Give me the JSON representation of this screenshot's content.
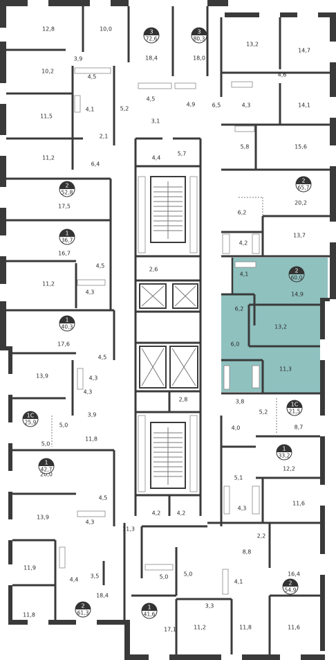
{
  "highlight_color": "#8fc1bf",
  "apartments": [
    {
      "id": "apt-3-72-6",
      "rooms": "3",
      "area": "72,6"
    },
    {
      "id": "apt-3-80-3",
      "rooms": "3",
      "area": "80,3"
    },
    {
      "id": "apt-2-65-7",
      "rooms": "2",
      "area": "65,7"
    },
    {
      "id": "apt-2-52-8",
      "rooms": "2",
      "area": "52,8"
    },
    {
      "id": "apt-1-36-7",
      "rooms": "1",
      "area": "36,7"
    },
    {
      "id": "apt-2-60-0",
      "rooms": "2",
      "area": "60,0",
      "highlighted": true
    },
    {
      "id": "apt-1-40-3",
      "rooms": "1",
      "area": "40,3"
    },
    {
      "id": "apt-1c-25-9",
      "rooms": "1С",
      "area": "25,9"
    },
    {
      "id": "apt-1c-21-5",
      "rooms": "1С",
      "area": "21,5"
    },
    {
      "id": "apt-1-33-2",
      "rooms": "1",
      "area": "33,2"
    },
    {
      "id": "apt-1-42-7",
      "rooms": "1",
      "area": "42,7"
    },
    {
      "id": "apt-2-54-9",
      "rooms": "2",
      "area": "54,9"
    },
    {
      "id": "apt-1-41-6",
      "rooms": "1",
      "area": "41,6"
    },
    {
      "id": "apt-2-61-3",
      "rooms": "2",
      "area": "61,3"
    }
  ],
  "room_areas": [
    "12,8",
    "10,0",
    "18,4",
    "18,0",
    "13,2",
    "14,7",
    "3,9",
    "10,2",
    "4,5",
    "4,6",
    "4,5",
    "4,9",
    "6,5",
    "11,5",
    "4,1",
    "5,2",
    "3,1",
    "4,3",
    "14,1",
    "2,1",
    "11,2",
    "6,4",
    "4,4",
    "5,7",
    "5,8",
    "15,6",
    "20,2",
    "17,5",
    "6,2",
    "16,7",
    "4,2",
    "13,7",
    "4,5",
    "2,6",
    "4,1",
    "11,2",
    "4,3",
    "14,9",
    "6,2",
    "13,2",
    "17,6",
    "6,0",
    "4,5",
    "13,9",
    "4,3",
    "4,3",
    "11,3",
    "3,9",
    "5,0",
    "5,2",
    "2,8",
    "3,8",
    "5,0",
    "11,8",
    "4,0",
    "8,7",
    "12,2",
    "20,0",
    "5,1",
    "4,5",
    "11,6",
    "13,9",
    "4,3",
    "4,2",
    "4,2",
    "4,3",
    "2,2",
    "11,3",
    "4,4",
    "5,0",
    "8,8",
    "11,9",
    "3,5",
    "5,0",
    "4,1",
    "16,4",
    "3,3",
    "18,4",
    "11,8",
    "17,1",
    "11,2",
    "11,8",
    "11,6"
  ]
}
